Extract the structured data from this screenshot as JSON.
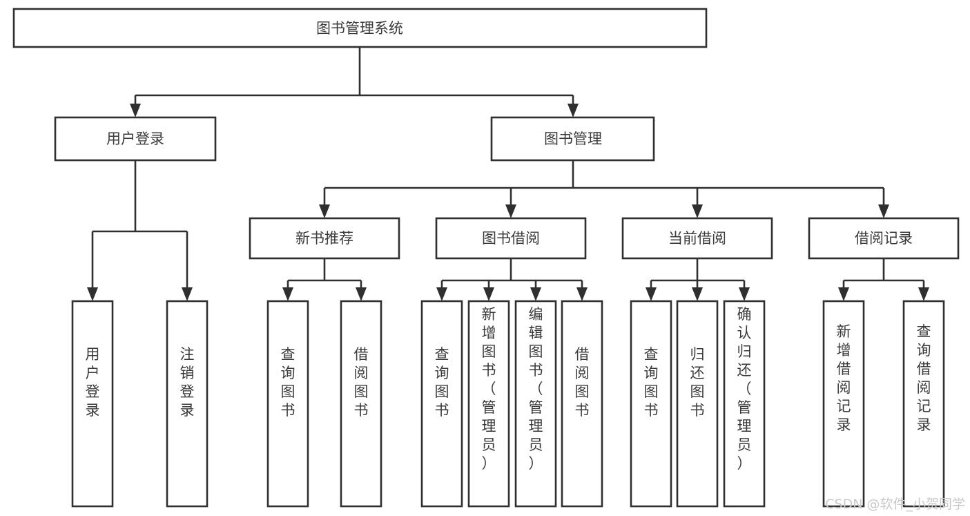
{
  "diagram": {
    "title": "图书管理系统",
    "type": "tree-hierarchy-chart",
    "orientation": "top-down",
    "colors": {
      "stroke": "#2f2f2f",
      "fill": "#ffffff",
      "text": "#3a3a3a",
      "background": "#ffffff",
      "watermark": "#c9c9c9"
    },
    "root": {
      "id": "root",
      "label": "图书管理系统"
    },
    "level2": [
      {
        "id": "user-login",
        "label": "用户登录"
      },
      {
        "id": "book-manage",
        "label": "图书管理"
      }
    ],
    "level3": [
      {
        "id": "new-book-recommend",
        "label": "新书推荐",
        "parent": "book-manage"
      },
      {
        "id": "book-borrow",
        "label": "图书借阅",
        "parent": "book-manage"
      },
      {
        "id": "current-borrow",
        "label": "当前借阅",
        "parent": "book-manage"
      },
      {
        "id": "borrow-record",
        "label": "借阅记录",
        "parent": "book-manage"
      }
    ],
    "leaves": {
      "user-login": [
        {
          "id": "leaf-user-login",
          "label": "用户登录"
        },
        {
          "id": "leaf-user-logout",
          "label": "注销登录"
        }
      ],
      "new-book-recommend": [
        {
          "id": "leaf-query-book-1",
          "label": "查询图书"
        },
        {
          "id": "leaf-borrow-book-1",
          "label": "借阅图书"
        }
      ],
      "book-borrow": [
        {
          "id": "leaf-query-book-2",
          "label": "查询图书"
        },
        {
          "id": "leaf-add-book",
          "label": "新增图书（管理员）"
        },
        {
          "id": "leaf-edit-book",
          "label": "编辑图书（管理员）"
        },
        {
          "id": "leaf-borrow-book-2",
          "label": "借阅图书"
        }
      ],
      "current-borrow": [
        {
          "id": "leaf-query-book-3",
          "label": "查询图书"
        },
        {
          "id": "leaf-return-book",
          "label": "归还图书"
        },
        {
          "id": "leaf-confirm-return",
          "label": "确认归还（管理员）"
        }
      ],
      "borrow-record": [
        {
          "id": "leaf-add-record",
          "label": "新增借阅记录"
        },
        {
          "id": "leaf-query-record",
          "label": "查询借阅记录"
        }
      ]
    }
  },
  "watermark": {
    "text": "CSDN @软件_小贺同学"
  }
}
